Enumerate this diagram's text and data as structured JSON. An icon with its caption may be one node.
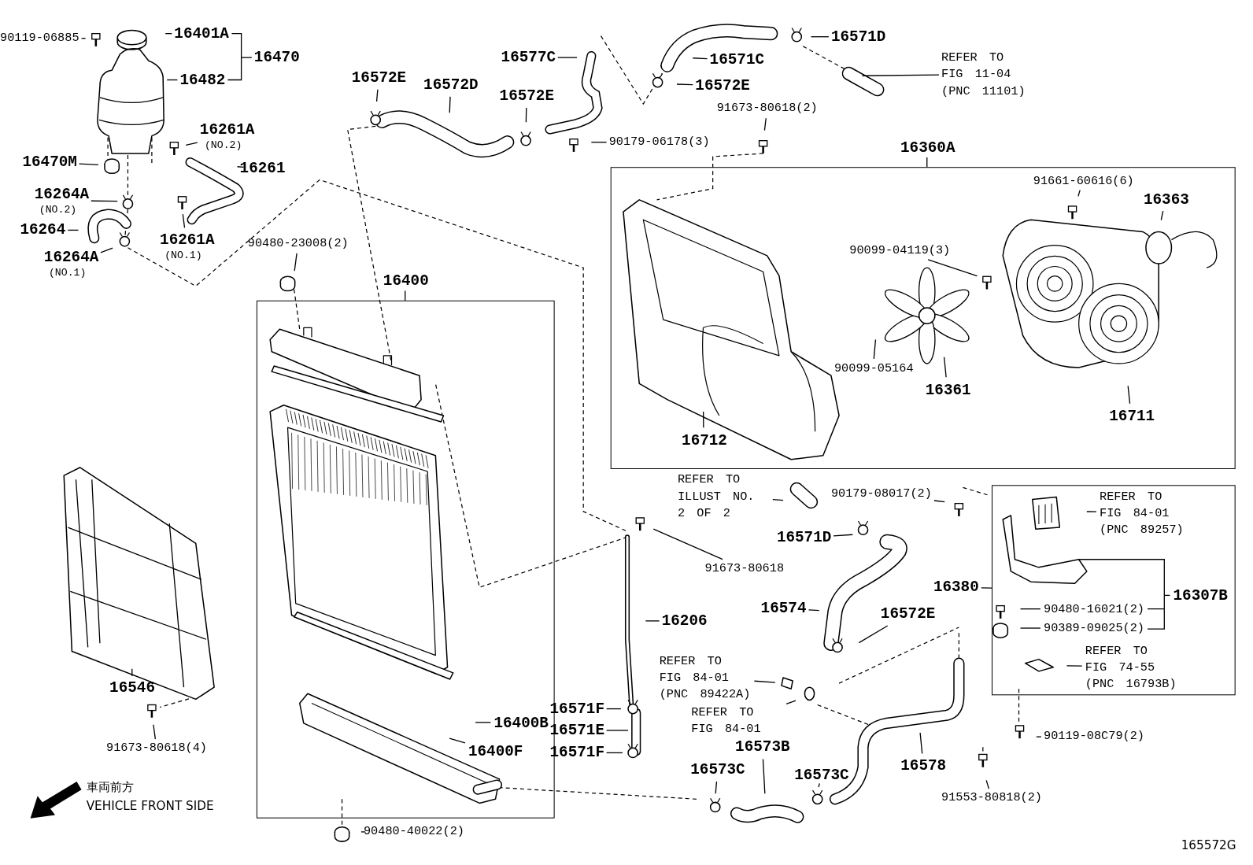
{
  "diagram": {
    "nodes": [
      {
        "text": [
          "90119-06885"
        ]
      },
      {
        "text": [
          "16401A"
        ]
      },
      {
        "text": [
          "16470"
        ]
      },
      {
        "text": [
          "16482"
        ]
      },
      {
        "text": [
          "16261A",
          "(NO.2)"
        ]
      },
      {
        "text": [
          "16470M"
        ]
      },
      {
        "text": [
          "16261"
        ]
      },
      {
        "text": [
          "16264A",
          "(NO.2)"
        ]
      },
      {
        "text": [
          "16264"
        ]
      },
      {
        "text": [
          "16261A",
          "(NO.1)"
        ]
      },
      {
        "text": [
          "16264A",
          "(NO.1)"
        ]
      },
      {
        "text": [
          "16572E"
        ]
      },
      {
        "text": [
          "16572D"
        ]
      },
      {
        "text": [
          "16577C"
        ]
      },
      {
        "text": [
          "16572E"
        ]
      },
      {
        "text": [
          "16571C"
        ]
      },
      {
        "text": [
          "16572E"
        ]
      },
      {
        "text": [
          "16571D"
        ]
      },
      {
        "text": [
          "REFER TO FIG 11-04 (PNC 11101)"
        ]
      },
      {
        "text": [
          "90179-06178(3)"
        ]
      },
      {
        "text": [
          "91673-80618(2)"
        ]
      },
      {
        "text": [
          "90480-23008(2)"
        ]
      },
      {
        "text": [
          "16360A"
        ]
      },
      {
        "text": [
          "91661-60616(6)"
        ],
        "in": 22
      },
      {
        "text": [
          "16363"
        ],
        "in": 22
      },
      {
        "text": [
          "90099-04119(3)"
        ],
        "in": 22
      },
      {
        "text": [
          "90099-05164"
        ],
        "in": 22
      },
      {
        "text": [
          "16361"
        ],
        "in": 22
      },
      {
        "text": [
          "16711"
        ],
        "in": 22
      },
      {
        "text": [
          "16712"
        ],
        "in": 22
      },
      {
        "text": [
          "16400"
        ]
      },
      {
        "text": [
          "16400B"
        ],
        "in": 30
      },
      {
        "text": [
          "16400F"
        ],
        "in": 30
      },
      {
        "text": [
          "REFER TO ILLUST NO. 2 OF 2"
        ]
      },
      {
        "text": [
          "90179-08017(2)"
        ]
      },
      {
        "text": [
          "16571D"
        ]
      },
      {
        "text": [
          "91673-80618"
        ]
      },
      {
        "text": [
          "16574"
        ]
      },
      {
        "text": [
          "16572E"
        ]
      },
      {
        "text": [
          "16206"
        ]
      },
      {
        "text": [],
        "shape": "box"
      },
      {
        "text": [
          "16380"
        ]
      },
      {
        "text": [
          "REFER TO FIG 84-01 (PNC 89257)"
        ],
        "in": 40
      },
      {
        "text": [
          "16307B"
        ],
        "in": 40
      },
      {
        "text": [
          "90480-16021(2)"
        ],
        "in": 40
      },
      {
        "text": [
          "90389-09025(2)"
        ],
        "in": 40
      },
      {
        "text": [
          "REFER TO FIG 74-55 (PNC 16793B)"
        ],
        "in": 40
      },
      {
        "text": [
          "16546"
        ]
      },
      {
        "text": [
          "91673-80618(4)"
        ]
      },
      {
        "text": [
          "16571F"
        ]
      },
      {
        "text": [
          "16571E"
        ]
      },
      {
        "text": [
          "16571F"
        ]
      },
      {
        "text": [
          "REFER TO FIG 84-01 (PNC 89422A)"
        ]
      },
      {
        "text": [
          "REFER TO FIG 84-01"
        ]
      },
      {
        "text": [
          "16573B"
        ]
      },
      {
        "text": [
          "16573C"
        ]
      },
      {
        "text": [
          "16573C"
        ]
      },
      {
        "text": [
          "16578"
        ]
      },
      {
        "text": [
          "91553-80818(2)"
        ]
      },
      {
        "text": [
          "90119-08C79(2)"
        ]
      },
      {
        "text": [
          "90480-40022(2)"
        ]
      }
    ],
    "edges": [
      {
        "from": 0,
        "to": null,
        "arrow": "none"
      },
      {
        "from": 1,
        "to": null,
        "arrow": "none"
      },
      {
        "from": 2,
        "to": null,
        "arrow": "none"
      },
      {
        "from": 3,
        "to": null,
        "arrow": "none"
      },
      {
        "from": 4,
        "to": null,
        "arrow": "none"
      },
      {
        "from": 5,
        "to": null,
        "arrow": "none"
      },
      {
        "from": 6,
        "to": null,
        "arrow": "none"
      },
      {
        "from": 7,
        "to": null,
        "arrow": "none"
      },
      {
        "from": 8,
        "to": null,
        "arrow": "none"
      },
      {
        "from": 9,
        "to": null,
        "arrow": "none"
      },
      {
        "from": 10,
        "to": null,
        "arrow": "none"
      },
      {
        "from": 11,
        "to": null,
        "arrow": "none"
      },
      {
        "from": 12,
        "to": null,
        "arrow": "none"
      },
      {
        "from": 13,
        "to": null,
        "arrow": "none"
      },
      {
        "from": 14,
        "to": null,
        "arrow": "none"
      },
      {
        "from": 15,
        "to": null,
        "arrow": "none"
      },
      {
        "from": 16,
        "to": null,
        "arrow": "none"
      },
      {
        "from": 17,
        "to": null,
        "arrow": "none"
      },
      {
        "from": 18,
        "to": null,
        "arrow": "none"
      },
      {
        "from": 19,
        "to": null,
        "arrow": "none"
      },
      {
        "from": 20,
        "to": null,
        "arrow": "none"
      },
      {
        "from": 21,
        "to": null,
        "arrow": "none"
      },
      {
        "from": 23,
        "to": null,
        "arrow": "none"
      },
      {
        "from": 24,
        "to": null,
        "arrow": "none"
      },
      {
        "from": 25,
        "to": null,
        "arrow": "none"
      },
      {
        "from": 26,
        "to": null,
        "arrow": "none"
      },
      {
        "from": 27,
        "to": null,
        "arrow": "none"
      },
      {
        "from": 28,
        "to": null,
        "arrow": "none"
      },
      {
        "from": 29,
        "to": null,
        "arrow": "none"
      },
      {
        "from": 31,
        "to": null,
        "arrow": "none"
      },
      {
        "from": 32,
        "to": null,
        "arrow": "none"
      },
      {
        "from": 33,
        "to": null,
        "arrow": "none"
      },
      {
        "from": 34,
        "to": null,
        "arrow": "none"
      },
      {
        "from": 35,
        "to": null,
        "arrow": "none"
      },
      {
        "from": 36,
        "to": null,
        "arrow": "none"
      },
      {
        "from": 37,
        "to": null,
        "arrow": "none"
      },
      {
        "from": 38,
        "to": null,
        "arrow": "none"
      },
      {
        "from": 39,
        "to": null,
        "arrow": "none"
      },
      {
        "from": 41,
        "to": 40,
        "arrow": "none"
      },
      {
        "from": 42,
        "to": null,
        "arrow": "none"
      },
      {
        "from": 43,
        "to": null,
        "arrow": "none"
      },
      {
        "from": 44,
        "to": null,
        "arrow": "none"
      },
      {
        "from": 45,
        "to": null,
        "arrow": "none"
      },
      {
        "from": 46,
        "to": null,
        "arrow": "none"
      },
      {
        "from": 47,
        "to": null,
        "arrow": "none"
      },
      {
        "from": 48,
        "to": null,
        "arrow": "none"
      },
      {
        "from": 49,
        "to": null,
        "arrow": "none"
      },
      {
        "from": 50,
        "to": null,
        "arrow": "none"
      },
      {
        "from": 51,
        "to": null,
        "arrow": "none"
      },
      {
        "from": 52,
        "to": null,
        "arrow": "none"
      },
      {
        "from": 53,
        "to": null,
        "arrow": "none"
      },
      {
        "from": 54,
        "to": null,
        "arrow": "none"
      },
      {
        "from": 55,
        "to": null,
        "arrow": "none"
      },
      {
        "from": 56,
        "to": null,
        "arrow": "none"
      },
      {
        "from": 57,
        "to": null,
        "arrow": "none"
      },
      {
        "from": 58,
        "to": null,
        "arrow": "none"
      },
      {
        "from": 59,
        "to": null,
        "arrow": "none"
      },
      {
        "from": 60,
        "to": null,
        "arrow": "none"
      }
    ],
    "labels": [
      "車両前方",
      "VEHICLE FRONT SIDE",
      "165572G"
    ]
  }
}
